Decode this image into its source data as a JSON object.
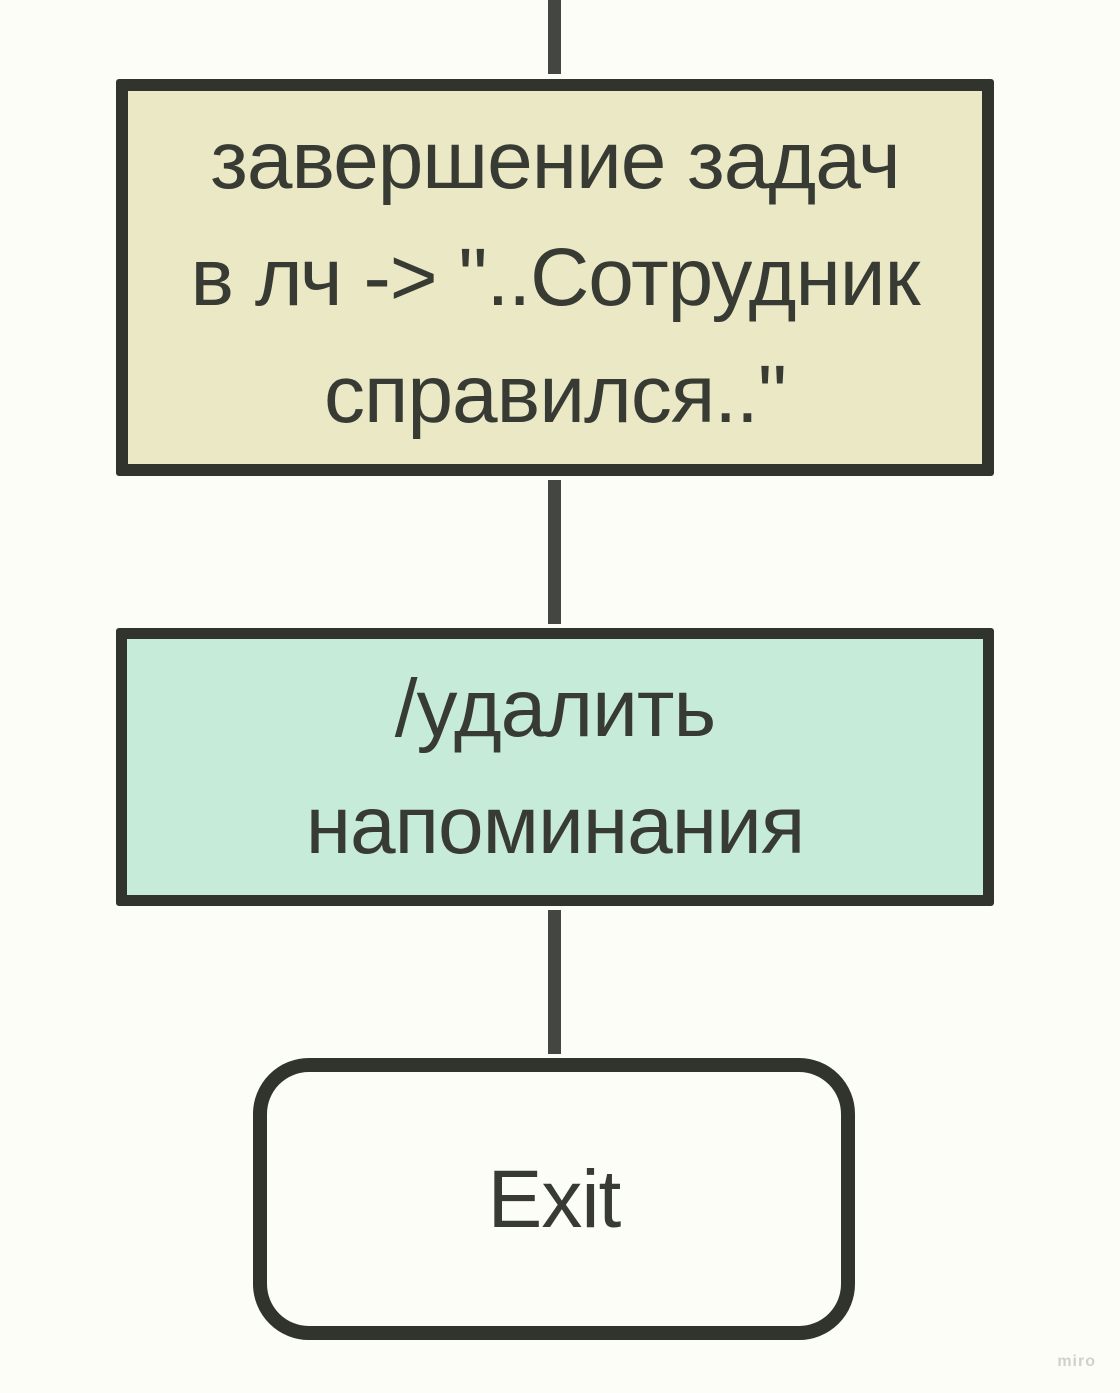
{
  "app": {
    "watermark": "miro"
  },
  "colors": {
    "background": "#fbfdf6",
    "node_border": "#30342c",
    "connector": "#444741",
    "text": "#383b33",
    "task_node_fill": "#ebe8c5",
    "delete_node_fill": "#c6ebd9",
    "exit_node_fill": "#fbfdf6"
  },
  "diagram": {
    "type": "flowchart",
    "nodes": [
      {
        "id": "task-completion-message",
        "shape": "rectangle",
        "fill": "#ebe8c5",
        "lines": [
          "завершение задач",
          "в лч -> \"..Сотрудник",
          "справился..\""
        ],
        "text": "завершение задач в лч -> \"..Сотрудник справился..\""
      },
      {
        "id": "delete-reminders-command",
        "shape": "rectangle",
        "fill": "#c6ebd9",
        "lines": [
          "/удалить",
          "напоминания"
        ],
        "text": "/удалить напоминания"
      },
      {
        "id": "exit",
        "shape": "rounded-rectangle",
        "fill": "#fbfdf6",
        "lines": [
          "Exit"
        ],
        "text": "Exit"
      }
    ],
    "connectors": [
      {
        "from": "offscreen-top",
        "to": "task-completion-message"
      },
      {
        "from": "task-completion-message",
        "to": "delete-reminders-command"
      },
      {
        "from": "delete-reminders-command",
        "to": "exit"
      }
    ]
  }
}
